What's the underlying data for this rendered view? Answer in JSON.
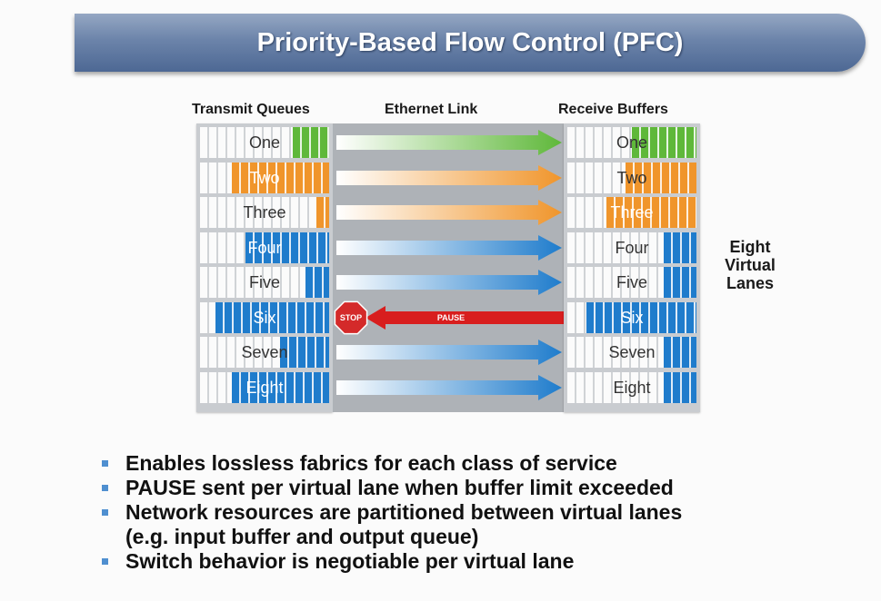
{
  "title": "Priority-Based Flow Control (PFC)",
  "column_headers": {
    "transmit": "Transmit Queues",
    "link": "Ethernet Link",
    "receive": "Receive Buffers"
  },
  "side_label": [
    "Eight",
    "Virtual",
    "Lanes"
  ],
  "lanes": [
    {
      "label": "One",
      "color": "#5fb83a",
      "tx_fill": 0.28,
      "rx_fill": 0.5,
      "direction": "forward"
    },
    {
      "label": "Two",
      "color": "#f0952b",
      "tx_fill": 0.75,
      "rx_fill": 0.55,
      "direction": "forward"
    },
    {
      "label": "Three",
      "color": "#f0952b",
      "tx_fill": 0.1,
      "rx_fill": 0.7,
      "direction": "forward"
    },
    {
      "label": "Four",
      "color": "#1f7ccc",
      "tx_fill": 0.65,
      "rx_fill": 0.25,
      "direction": "forward"
    },
    {
      "label": "Five",
      "color": "#1f7ccc",
      "tx_fill": 0.18,
      "rx_fill": 0.25,
      "direction": "forward"
    },
    {
      "label": "Six",
      "color": "#1f7ccc",
      "tx_fill": 0.88,
      "rx_fill": 0.85,
      "direction": "pause"
    },
    {
      "label": "Seven",
      "color": "#1f7ccc",
      "tx_fill": 0.38,
      "rx_fill": 0.25,
      "direction": "forward"
    },
    {
      "label": "Eight",
      "color": "#1f7ccc",
      "tx_fill": 0.75,
      "rx_fill": 0.25,
      "direction": "forward"
    }
  ],
  "stop_sign": "STOP",
  "pause_label": "PAUSE",
  "colors": {
    "pause_arrow": "#d81e1e",
    "stop_sign": "#d42a2a"
  },
  "bullets": [
    "Enables lossless fabrics for each class of service",
    "PAUSE sent per virtual lane when buffer limit exceeded",
    "Network resources are partitioned between virtual lanes (e.g. input buffer and output queue)",
    "Switch behavior is negotiable per virtual lane"
  ],
  "bullet_lines": [
    [
      "Enables lossless fabrics for each class of service"
    ],
    [
      "PAUSE sent per virtual lane when buffer limit exceeded"
    ],
    [
      "Network resources are partitioned between virtual lanes",
      "(e.g. input buffer and output queue)"
    ],
    [
      "Switch behavior is negotiable per virtual lane"
    ]
  ]
}
